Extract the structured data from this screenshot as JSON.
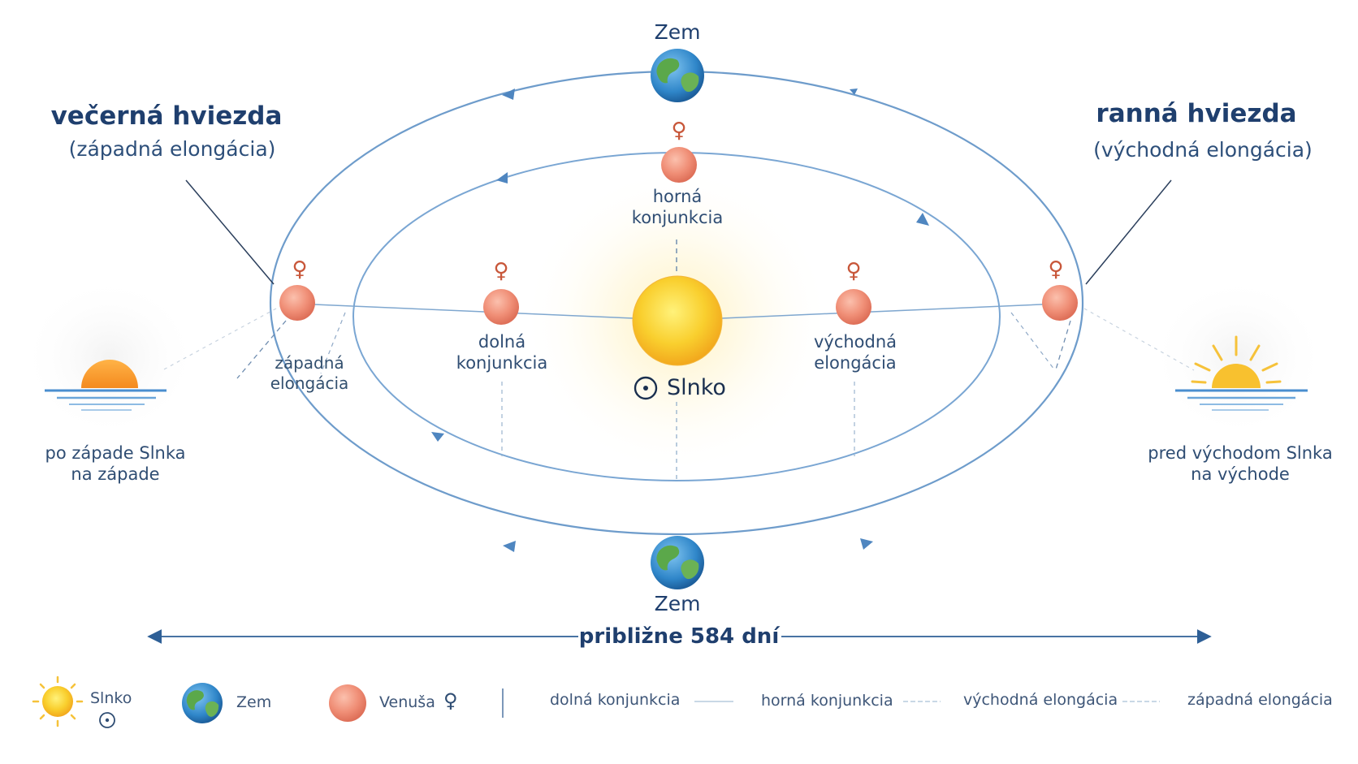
{
  "labels": {
    "earth_top": "Zem",
    "earth_bottom": "Zem",
    "sun": "Slnko",
    "sun_symbol": "⊙",
    "venus_symbol": "♀",
    "superior_conjunction": [
      "horná",
      "konjunkcia"
    ],
    "inferior_conjunction": [
      "dolná",
      "konjunkcia"
    ],
    "eastern_elongation": [
      "východná",
      "elongácia"
    ],
    "western_elongation": [
      "západná",
      "elongácia"
    ],
    "evening_star_title": "večerná hviezda",
    "evening_star_sub": "(západná elongácia)",
    "morning_star_title": "ranná hviezda",
    "morning_star_sub": "(východná elongácia)",
    "sunset_caption": [
      "po západe Slnka",
      "na západe"
    ],
    "sunrise_caption": [
      "pred východom Slnka",
      "na východe"
    ],
    "period": "približne 584 dní"
  },
  "legend": [
    {
      "icon": "sun-icon",
      "label": "Slnko",
      "symbol": "⊙"
    },
    {
      "icon": "earth-icon",
      "label": "Zem"
    },
    {
      "icon": "venus-icon",
      "label": "Venuša",
      "symbol": "♀"
    },
    {
      "icon": "line-sample",
      "label": "dolná konjunkcia"
    },
    {
      "icon": "line-sample",
      "label": "horná konjunkcia"
    },
    {
      "icon": "line-sample",
      "label": "východná elongácia"
    },
    {
      "icon": "line-sample",
      "label": "západná elongácia"
    }
  ],
  "colors": {
    "orbit": "#6e9ccb",
    "venus": "#f0907a",
    "sun": "#f7c230",
    "text_dark": "#1f3f6e"
  }
}
